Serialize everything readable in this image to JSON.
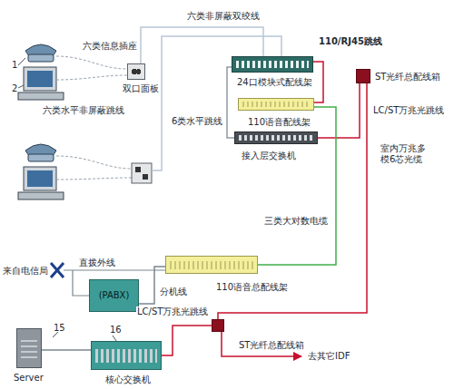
{
  "diagram": {
    "nodes": [
      {
        "text": [
          "24口模块式配线架"
        ]
      },
      {
        "text": [
          "110语音配线架"
        ]
      },
      {
        "text": [
          "接入层交换机"
        ]
      },
      {
        "text": [
          "ST光纤总配线箱"
        ]
      },
      {
        "text": [
          "(PABX)"
        ]
      },
      {
        "text": [
          "110语音总配线架"
        ]
      },
      {
        "text": [
          "ST光纤总配线箱"
        ]
      },
      {
        "text": [
          "核心交换机"
        ]
      },
      {
        "text": [
          "Server"
        ]
      },
      {
        "text": [
          "六类信息插座"
        ]
      }
    ],
    "edges": [
      {
        "from": 9,
        "to": 0,
        "label": "六类非屏蔽双绞线",
        "arrow": "none"
      },
      {
        "from": 0,
        "to": 1,
        "label": "110/RJ45跳线",
        "arrow": "none"
      },
      {
        "from": 0,
        "to": 2,
        "label": "6类水平跳线",
        "arrow": "none"
      },
      {
        "from": 2,
        "to": 3,
        "label": "LC/ST万兆光跳线",
        "arrow": "none"
      },
      {
        "from": 3,
        "to": 6,
        "label": "室内万兆多模6芯光缆",
        "arrow": "none"
      },
      {
        "from": 1,
        "to": 5,
        "label": "三类大对数电缆",
        "arrow": "none"
      },
      {
        "from": 4,
        "to": 5,
        "label": "分机线",
        "arrow": "none"
      },
      {
        "from": 6,
        "to": 7,
        "label": "LC/ST万兆光跳线",
        "arrow": "none"
      },
      {
        "from": 8,
        "to": 7,
        "arrow": "none"
      }
    ],
    "labels": [
      "六类水平非屏蔽跳线",
      "双口面板",
      "1",
      "2",
      "来自电信局",
      "直拨外线",
      "去其它IDF",
      "15",
      "16"
    ]
  }
}
